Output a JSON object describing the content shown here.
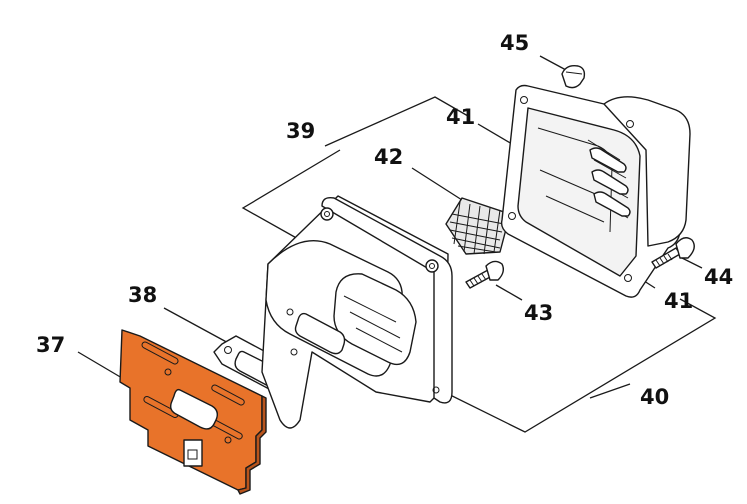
{
  "colors": {
    "highlight": "#E8732A",
    "line": "#1a1a1a",
    "part_fill": "#ffffff",
    "shade": "#e9e9e9"
  },
  "callouts": {
    "c37": "37",
    "c38": "38",
    "c39": "39",
    "c40": "40",
    "c41_top": "41",
    "c41_bottom": "41",
    "c42": "42",
    "c43": "43",
    "c44": "44",
    "c45": "45"
  }
}
